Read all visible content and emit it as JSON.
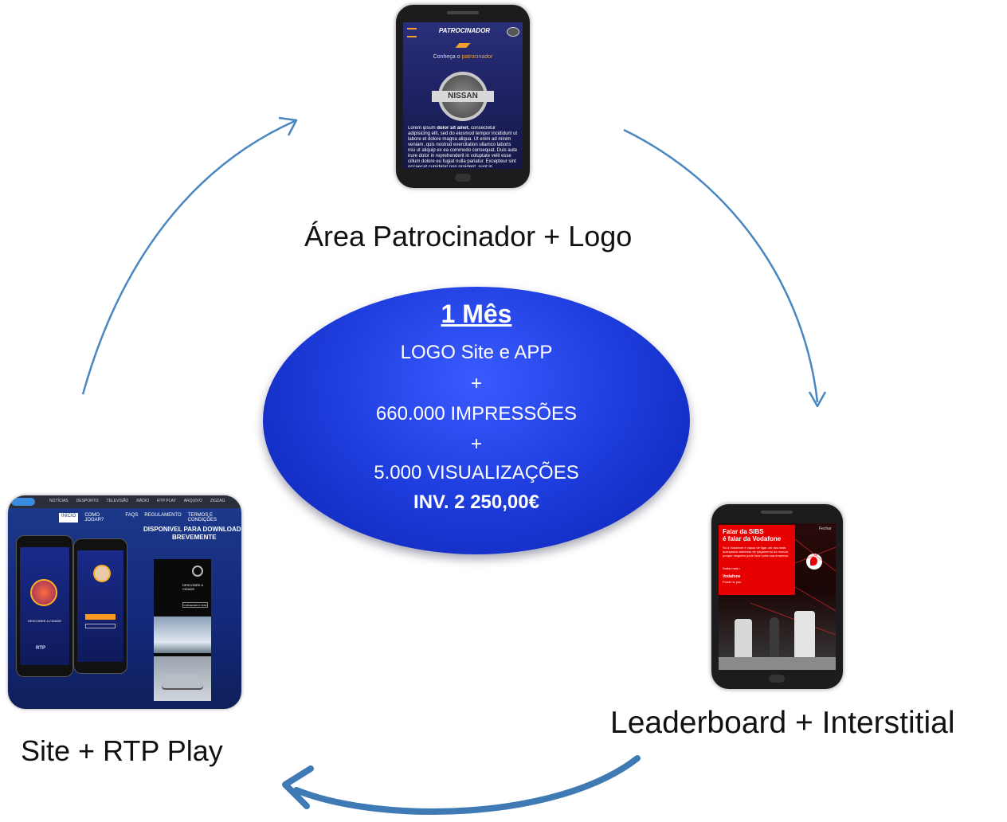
{
  "captions": {
    "top": "Área Patrocinador + Logo",
    "right": "Leaderboard + Interstitial",
    "left": "Site + RTP Play"
  },
  "center": {
    "title": "1 Mês",
    "lines": [
      "LOGO Site e APP",
      "+",
      "660.000 IMPRESSÕES",
      "+",
      "5.000 VISUALIZAÇÕES"
    ],
    "investment": "INV. 2 250,00€"
  },
  "phone_top": {
    "header": "PATROCINADOR",
    "subtitle_prefix": "Conheça o",
    "subtitle_highlight": "patrocinador",
    "brand": "NISSAN",
    "body_start": "Lorem ipsum",
    "body_bold": "dolor sit amet",
    "body_rest": ", consectetur adipisicing elit, sed do eiusmod tempor incididunt ut labore et dolore magna aliqua. Ut enim ad minim veniam, quis nostrud exercitation ullamco laboris nisi ut aliquip ex ea commodo consequat. Duis aute irure dolor in reprehenderit in voluptate velit esse cillum dolore eu fugiat nulla pariatur. Excepteur sint occaecat cupidatat non proident, sunt in"
  },
  "phone_right": {
    "close": "Fechar",
    "headline_1": "Falar da SIBS",
    "headline_2": "é falar da Vodafone",
    "body": "Só a Vodafone é capaz de ligar um dos mais avançados sistemas de pagamento do mundo, porque ninguém pode fazer pela sua empresa.",
    "cta": "Saiba mais ›",
    "brand": "Vodafone",
    "tagline": "Power to you"
  },
  "site_card": {
    "nav": [
      "NOTÍCIAS",
      "DESPORTO",
      "TELEVISÃO",
      "RÁDIO",
      "RTP PLAY",
      "ARQUIVO",
      "ZIGZAG"
    ],
    "menu": [
      "INÍCIO",
      "COMO JOGAR?",
      "FAQS",
      "REGULAMENTO",
      "TERMOS E CONDIÇÕES"
    ],
    "headline_1": "DISPONIVEL PARA DOWNLOAD",
    "headline_2": "BREVEMENTE",
    "phone_text": "DESCOBRE A CIDADE",
    "brand": "RTP",
    "ad_title": "DESCOBRE A CIDADE",
    "ad_button": "CONHECER O XC60"
  },
  "colors": {
    "arrow": "#4a86c0",
    "ellipse": "#1f3fe0",
    "vodafone_red": "#e60000"
  }
}
